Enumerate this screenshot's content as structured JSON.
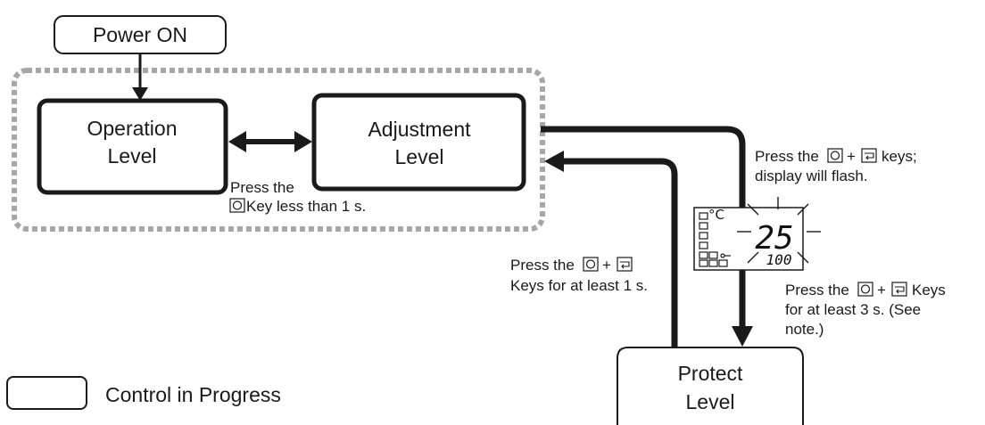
{
  "boxes": {
    "power_on": "Power ON",
    "operation": [
      "Operation",
      "Level"
    ],
    "adjustment": [
      "Adjustment",
      "Level"
    ],
    "protect": [
      "Protect",
      "Level"
    ]
  },
  "notes": {
    "short_press": {
      "line1": "Press the",
      "line2": " Key less than 1 s.",
      "key1": "mode-key"
    },
    "return_press": {
      "line1": "Press the",
      "line2": "Keys for at least 1 s.",
      "key1": "mode-key",
      "key2": "level-key"
    },
    "flash_press": {
      "line1": "Press the",
      "line1_end": "keys;",
      "line2": "display will flash.",
      "key1": "mode-key",
      "key2": "level-key"
    },
    "protect_press": {
      "line1": "Press the",
      "line1_end": "Keys",
      "line2": "for at least 3 s. (See",
      "line3": "note.)",
      "key1": "mode-key",
      "key2": "level-key"
    }
  },
  "plus": "+",
  "display": {
    "unit": "°C",
    "main_value": "25",
    "sub_value": "100",
    "key_icon": "key-icon"
  },
  "legend": {
    "label": "Control in Progress"
  },
  "colors": {
    "line": "#1a1a1a",
    "dotted_border": "#a6a6a6"
  }
}
